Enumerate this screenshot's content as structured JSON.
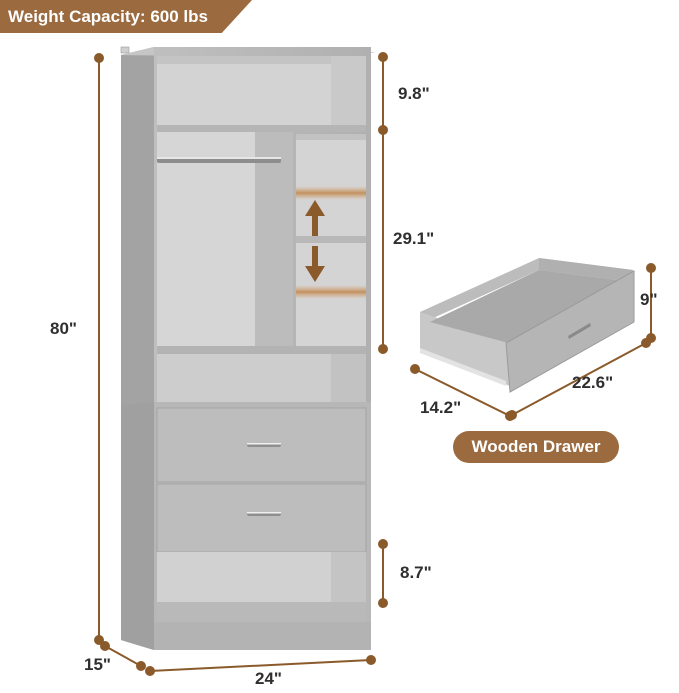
{
  "capacity_badge": {
    "text": "Weight Capacity: 600 lbs"
  },
  "dimensions": {
    "height": "80\"",
    "depth": "15\"",
    "width": "24\"",
    "top_shelf": "9.8\"",
    "middle_section": "29.1\"",
    "bottom_shelf": "8.7\"",
    "drawer_height": "9\"",
    "drawer_depth": "14.2\"",
    "drawer_width": "22.6\""
  },
  "drawer_badge": {
    "text": "Wooden Drawer"
  },
  "colors": {
    "accent_brown": "#9b6a3f",
    "cabinet_gray": "#b9b9b9",
    "cabinet_shade": "#a7a7a7",
    "interior_light": "#d2d2d2",
    "arrow_brown": "#8a5a2b"
  }
}
